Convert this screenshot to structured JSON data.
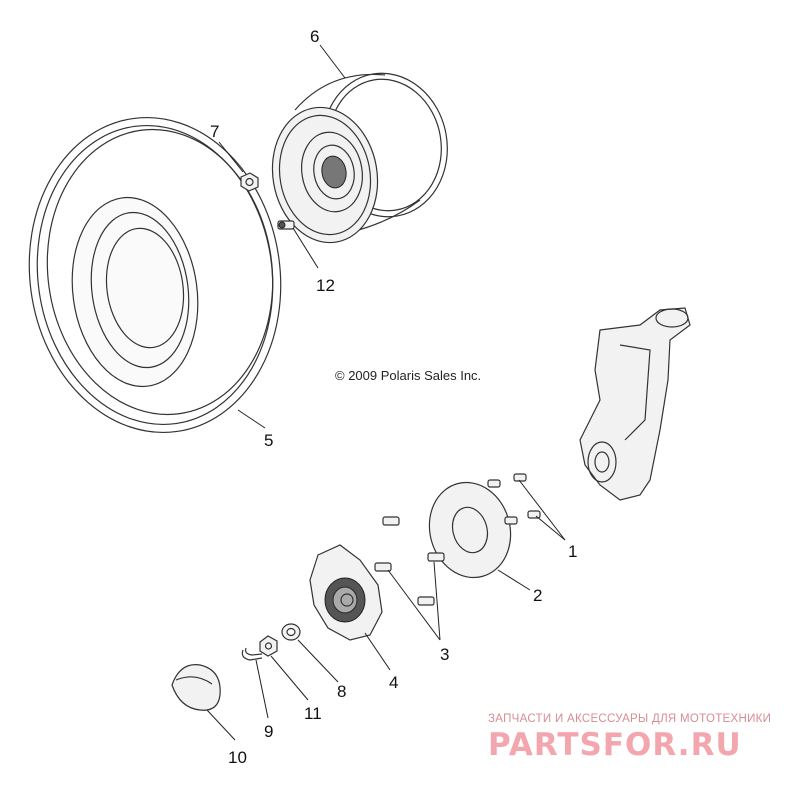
{
  "copyright": "© 2009 Polaris Sales Inc.",
  "callouts": {
    "c1": "1",
    "c2": "2",
    "c3": "3",
    "c4": "4",
    "c5": "5",
    "c6": "6",
    "c7": "7",
    "c8": "8",
    "c9": "9",
    "c10": "10",
    "c11": "11",
    "c12": "12"
  },
  "watermark": {
    "subtitle": "ЗАПЧАСТИ И АКСЕССУАРЫ ДЛЯ МОТОТЕХНИКИ",
    "brand": "PARTSFOR.RU"
  }
}
